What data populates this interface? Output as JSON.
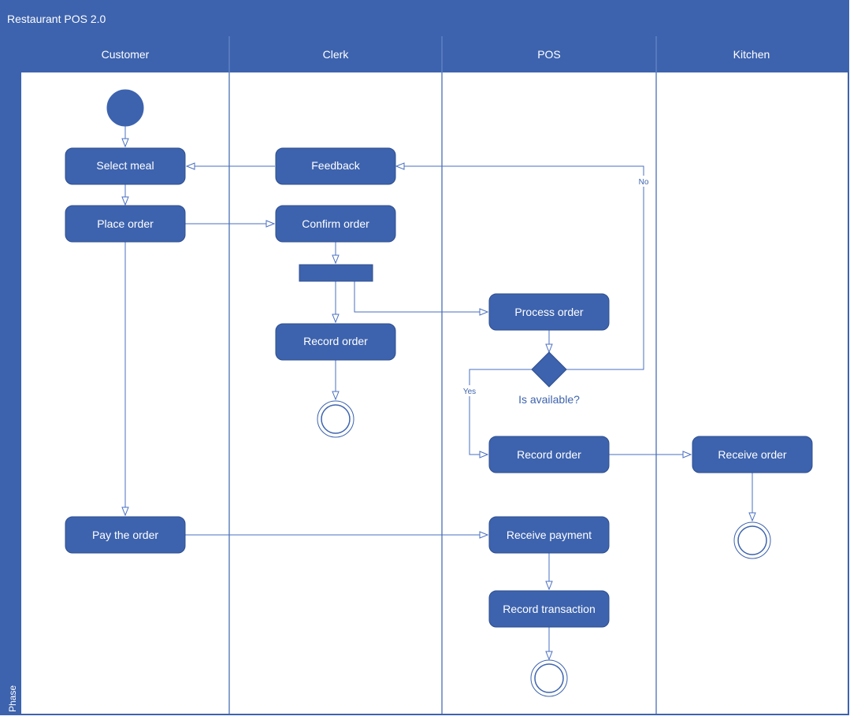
{
  "title": "Restaurant POS 2.0",
  "phase_label": "Phase",
  "colors": {
    "header": "#3d63ae",
    "lane_header": "#3d63ae",
    "node_fill": "#3d63ae",
    "node_stroke": "#2f4f8f",
    "line": "#4a6fc0",
    "text_light": "#ffffff",
    "text_accent": "#3d63ae"
  },
  "lanes": [
    {
      "id": "customer",
      "label": "Customer"
    },
    {
      "id": "clerk",
      "label": "Clerk"
    },
    {
      "id": "pos",
      "label": "POS"
    },
    {
      "id": "kitchen",
      "label": "Kitchen"
    }
  ],
  "nodes": {
    "select_meal": "Select meal",
    "place_order": "Place order",
    "pay_order": "Pay the order",
    "feedback": "Feedback",
    "confirm_order": "Confirm order",
    "record_order_clerk": "Record order",
    "process_order": "Process order",
    "record_order_pos": "Record order",
    "receive_payment": "Receive payment",
    "record_transaction": "Record transaction",
    "receive_order": "Receive order"
  },
  "decision": {
    "label": "Is available?",
    "yes": "Yes",
    "no": "No"
  }
}
